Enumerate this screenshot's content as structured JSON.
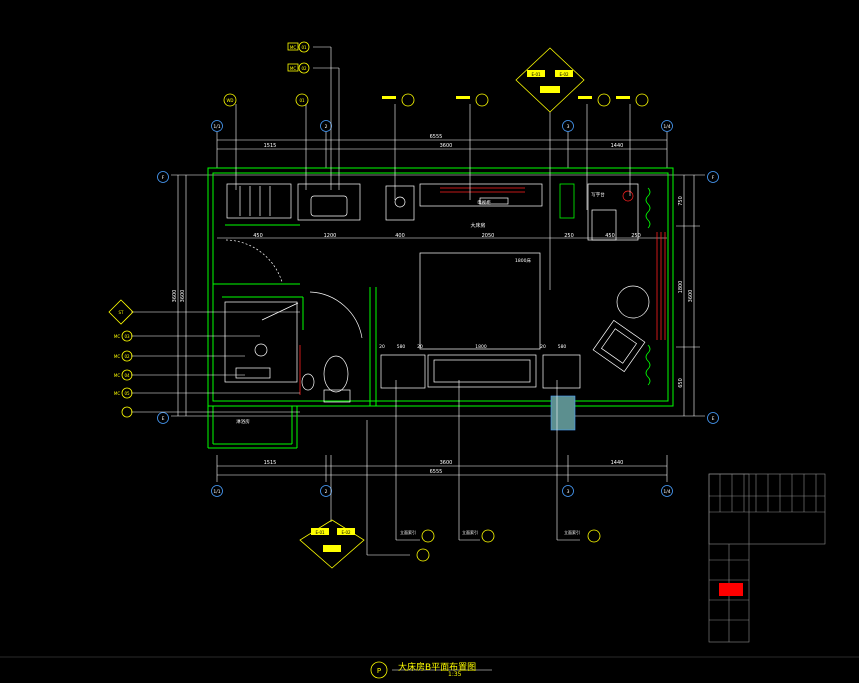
{
  "drawing": {
    "title": "大床房B平面布置图",
    "scale": "1:35",
    "title_mark": "P"
  },
  "grid_axes": {
    "top": [
      "1/1",
      "2",
      "3",
      "1/4"
    ],
    "bottom": [
      "1/1",
      "2",
      "3",
      "1/4"
    ],
    "left": [
      "F",
      "E"
    ],
    "right": [
      "F",
      "E"
    ]
  },
  "dimensions": {
    "top_total": "6555",
    "top_segments": [
      "1515",
      "3600",
      "1440"
    ],
    "top_detail": [
      "450",
      "1200",
      "400",
      "2050",
      "250",
      "450",
      "250"
    ],
    "bottom_segments": [
      "1515",
      "3600",
      "1440"
    ],
    "bottom_total": "6555",
    "left_total": "3600",
    "left_partial": "3600",
    "right_segments": [
      "750",
      "1800",
      "650"
    ],
    "right_total": "3600",
    "mid_row": [
      "20",
      "580",
      "20",
      "1800",
      "20",
      "580"
    ]
  },
  "room_labels": {
    "wardrobe_area": "电视柜",
    "big_bed_label": "大床房",
    "bed_label": "1800床",
    "desk_label": "写字台",
    "bath_label": "淋浴房"
  },
  "callouts": {
    "material_tag": "MC",
    "material_codes": [
      "01",
      "02"
    ],
    "wall_tag": "WD",
    "wall_code": "01",
    "ceiling_tags": [
      "E-01",
      "E-02"
    ],
    "elevation_note": "立面索引",
    "side_labels": [
      "ST",
      "MC",
      "MC",
      "MC",
      "MC"
    ],
    "side_codes": [
      "01",
      "03",
      "02",
      "04",
      "05"
    ]
  },
  "colors": {
    "wall": "#00ff00",
    "furniture": "#ffffff",
    "dimension": "#ffffff",
    "callout": "#ffff00",
    "axis": "#4aa0ff",
    "hatch": "#ff2020",
    "background": "#000000"
  }
}
